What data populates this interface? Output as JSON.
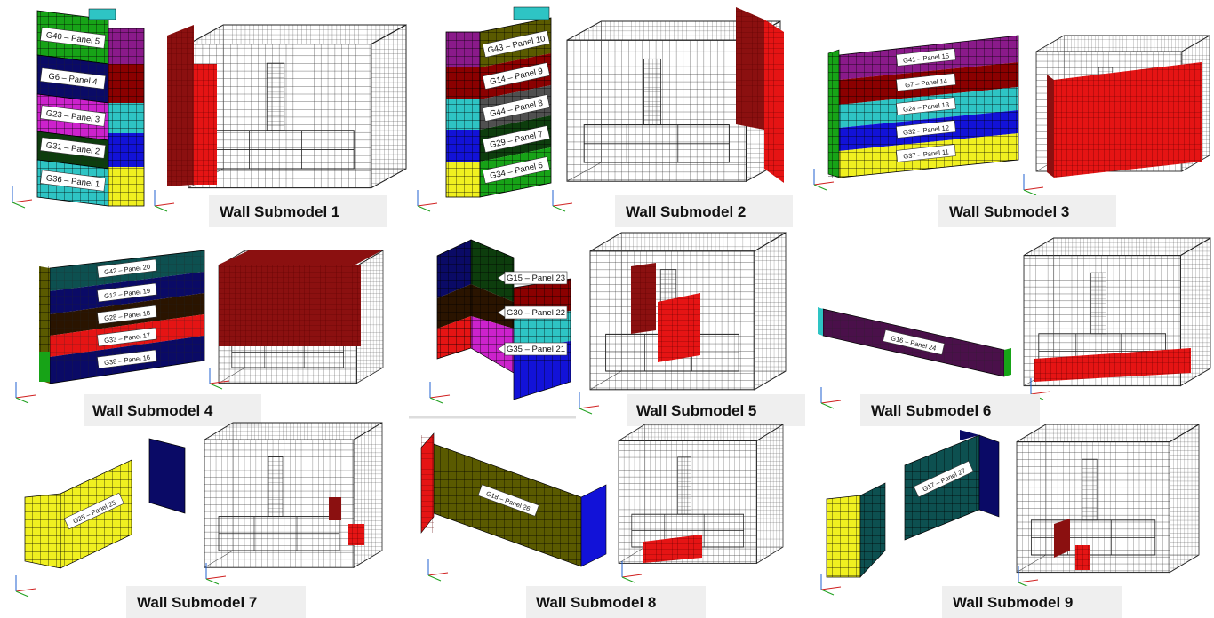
{
  "submodels": [
    {
      "caption": "Wall Submodel 1",
      "labels": [
        "G40 – Panel 5",
        "G6 – Panel 4",
        "G23 – Panel 3",
        "G31 – Panel 2",
        "G36 – Panel 1"
      ]
    },
    {
      "caption": "Wall Submodel 2",
      "labels": [
        "G43 – Panel 10",
        "G14 – Panel 9",
        "G44 – Panel 8",
        "G29 – Panel 7",
        "G34 – Panel 6"
      ]
    },
    {
      "caption": "Wall Submodel 3",
      "labels": [
        "G41 – Panel 15",
        "G7 – Panel 14",
        "G24 – Panel 13",
        "G32 – Panel 12",
        "G37 – Panel 11"
      ]
    },
    {
      "caption": "Wall Submodel 4",
      "labels": [
        "G42 – Panel 20",
        "G13 – Panel 19",
        "G28 – Panel 18",
        "G33 – Panel 17",
        "G38 – Panel 16"
      ]
    },
    {
      "caption": "Wall Submodel 5",
      "labels": [
        "G15 – Panel 23",
        "G30 – Panel 22",
        "G35 – Panel 21"
      ]
    },
    {
      "caption": "Wall Submodel 6",
      "labels": [
        "G16 – Panel 24"
      ]
    },
    {
      "caption": "Wall Submodel 7",
      "labels": [
        "G25 – Panel 25"
      ]
    },
    {
      "caption": "Wall Submodel 8",
      "labels": [
        "G18 – Panel 26"
      ]
    },
    {
      "caption": "Wall Submodel 9",
      "labels": [
        "G17 – Panel 27"
      ]
    }
  ],
  "colors": {
    "wireframe": "#333333",
    "highlight_red": "#e51414",
    "dark_red": "#8b1010",
    "purple": "#8a1a8a",
    "maroon": "#8b0000",
    "cyan": "#2ec4c4",
    "blue": "#1212d8",
    "yellow": "#f0f020",
    "navy": "#0a0a66",
    "dark_green": "#0d3d0d",
    "green": "#17a317",
    "magenta": "#cc22cc",
    "dark_brown": "#2a1400",
    "olive": "#5a5a00",
    "teal": "#0d5050",
    "violet": "#4a104a"
  }
}
